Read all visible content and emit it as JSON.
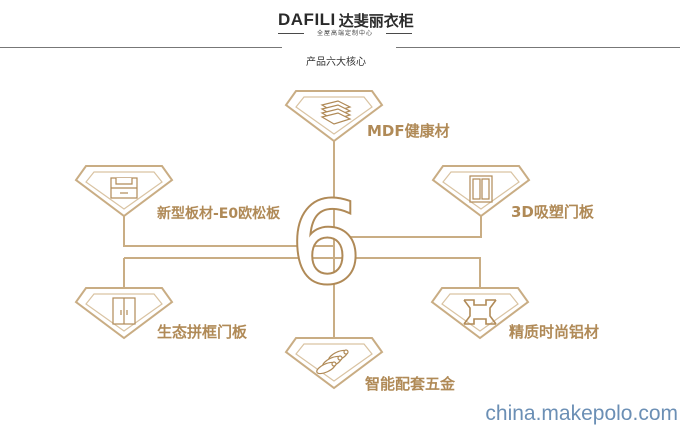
{
  "header": {
    "logo_latin": "DAFILI",
    "logo_cn": "达斐丽衣柜",
    "logo_subtitle": "全屋高端定制中心"
  },
  "page_title": "产品六大核心",
  "center_numeral": "6",
  "colors": {
    "accent": "#b08a57",
    "text": "#333333",
    "watermark": "#6b8fb5"
  },
  "features": [
    {
      "label": "MDF健康材",
      "icon": "board-stack-icon"
    },
    {
      "label": "新型板材-E0欧松板",
      "icon": "drawer-cabinet-icon"
    },
    {
      "label": "3D吸塑门板",
      "icon": "framed-door-icon"
    },
    {
      "label": "生态拼框门板",
      "icon": "wardrobe-door-icon"
    },
    {
      "label": "精质时尚铝材",
      "icon": "aluminum-frame-icon"
    },
    {
      "label": "智能配套五金",
      "icon": "hardware-rolls-icon"
    }
  ],
  "watermark": "china.makepolo.com"
}
